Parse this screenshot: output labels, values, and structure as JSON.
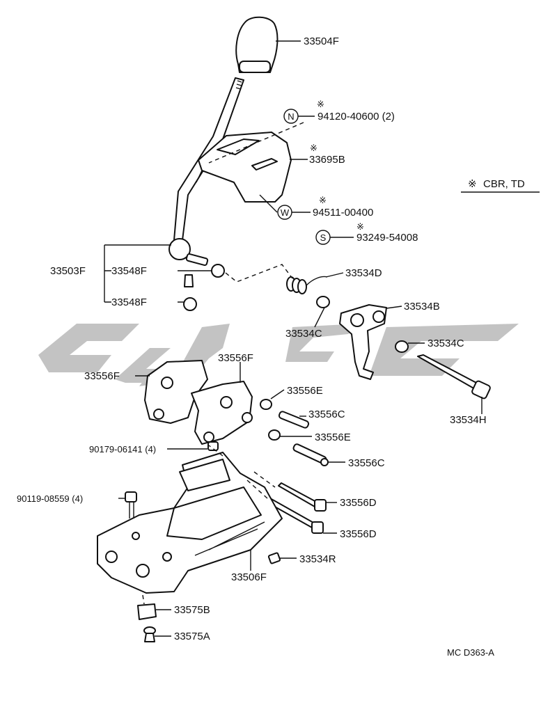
{
  "diagram": {
    "legend": {
      "mark": "※",
      "text": "CBR, TD"
    },
    "code": "MC D363-A",
    "parts": {
      "p33504F": "33504F",
      "p94120": "94120-40600 (2)",
      "p33695B": "33695B",
      "p94511": "94511-00400",
      "p93249": "93249-54008",
      "p33503F": "33503F",
      "p33548F_a": "33548F",
      "p33548F_b": "33548F",
      "p33534D": "33534D",
      "p33534B": "33534B",
      "p33534C_a": "33534C",
      "p33534C_b": "33534C",
      "p33534H": "33534H",
      "p33556F_a": "33556F",
      "p33556F_b": "33556F",
      "p33556E_a": "33556E",
      "p33556C_a": "33556C",
      "p33556E_b": "33556E",
      "p33556C_b": "33556C",
      "p90179": "90179-06141 (4)",
      "p90119": "90119-08559 (4)",
      "p33556D_a": "33556D",
      "p33556D_b": "33556D",
      "p33534R": "33534R",
      "p33506F": "33506F",
      "p33575B": "33575B",
      "p33575A": "33575A"
    },
    "markers": {
      "nut": "N",
      "washer": "W",
      "screw": "S",
      "star": "※"
    }
  }
}
